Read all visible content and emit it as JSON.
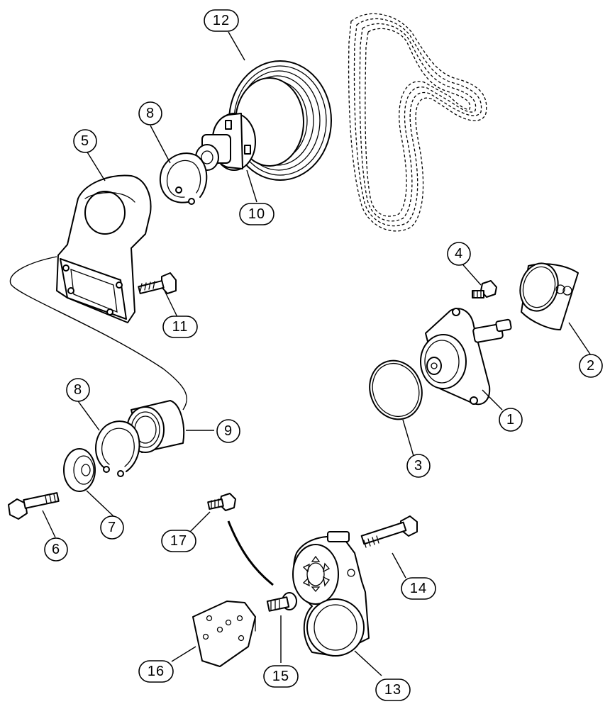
{
  "callouts": [
    {
      "id": "1",
      "label": "1"
    },
    {
      "id": "2",
      "label": "2"
    },
    {
      "id": "3",
      "label": "3"
    },
    {
      "id": "4",
      "label": "4"
    },
    {
      "id": "5",
      "label": "5"
    },
    {
      "id": "6",
      "label": "6"
    },
    {
      "id": "7",
      "label": "7"
    },
    {
      "id": "8a",
      "label": "8"
    },
    {
      "id": "8b",
      "label": "8"
    },
    {
      "id": "9",
      "label": "9"
    },
    {
      "id": "10",
      "label": "10"
    },
    {
      "id": "11",
      "label": "11"
    },
    {
      "id": "12",
      "label": "12"
    },
    {
      "id": "13",
      "label": "13"
    },
    {
      "id": "14",
      "label": "14"
    },
    {
      "id": "15",
      "label": "15"
    },
    {
      "id": "16",
      "label": "16"
    },
    {
      "id": "17",
      "label": "17"
    }
  ]
}
